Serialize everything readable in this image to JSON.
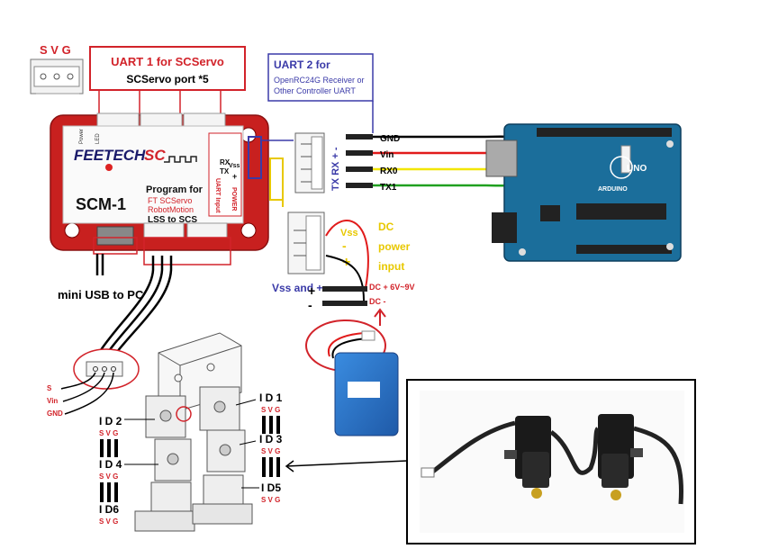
{
  "svg_header": "S V G",
  "uart1": {
    "title": "UART 1 for SCServo",
    "subtitle": "SCServo port *5"
  },
  "uart2": {
    "title": "UART 2 for",
    "line1": "OpenRC24G Receiver or",
    "line2": "Other Controller UART"
  },
  "board": {
    "brand": "FEETECH",
    "model": "SCM-1",
    "program_for": "Program for",
    "line1": "FT SCServo",
    "line2": "RobotMotion",
    "line3": "LSS to SCS",
    "power": "Power",
    "led": "LED",
    "uart_input": "UART Input",
    "power_label": "POWER",
    "rx": "RX",
    "tx": "TX",
    "vss": "Vss",
    "plus": "+",
    "minus": "-"
  },
  "uart2_conn": {
    "label": "TX RX + -"
  },
  "arduino_pins": [
    {
      "label": "GND",
      "color": "#000000"
    },
    {
      "label": "Vin",
      "color": "#e11b1b"
    },
    {
      "label": "RX0",
      "color": "#f2e600"
    },
    {
      "label": "TX1",
      "color": "#20a020"
    }
  ],
  "arduino": {
    "uno": "UNO",
    "brand": "ARDUINO"
  },
  "dc": {
    "title_dc": "DC",
    "title_power": "power",
    "title_input": "input",
    "vss": "Vss",
    "minus": "-",
    "plus": "+"
  },
  "vss_and_plus": "Vss and +",
  "dc_plus_label": "DC + 6V~9V",
  "dc_minus_label": "DC -",
  "mini_usb": "mini USB to PC",
  "servo_pins": {
    "s": "S",
    "vin": "Vin",
    "gnd": "GND"
  },
  "ids": [
    {
      "id": "I D 1",
      "svg": "S V G"
    },
    {
      "id": "I D 2",
      "svg": "S V G"
    },
    {
      "id": "I D 3",
      "svg": "S V G"
    },
    {
      "id": "I D 4",
      "svg": "S V G"
    },
    {
      "id": "I D5",
      "svg": "S V G"
    },
    {
      "id": "I D6",
      "svg": "S V G"
    }
  ],
  "colors": {
    "red": "#d2232a",
    "blue": "#3a3aa8",
    "yellow": "#f2e600",
    "green": "#20a020",
    "board_red": "#c8201f",
    "arduino_blue": "#1b6e9b"
  }
}
